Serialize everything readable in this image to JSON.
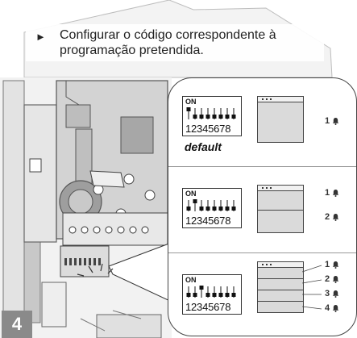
{
  "instruction": {
    "bullet": "►",
    "text": "Configurar o código correspondente à programação pretendida."
  },
  "step_number": "4",
  "dip_switch": {
    "on_label": "ON",
    "numbers": "12345678"
  },
  "configs": [
    {
      "label": "default",
      "switch_on": [
        1
      ],
      "buttons": [
        "1"
      ]
    },
    {
      "label": "",
      "switch_on": [
        2
      ],
      "buttons": [
        "1",
        "2"
      ]
    },
    {
      "label": "",
      "switch_on": [
        3
      ],
      "buttons": [
        "1",
        "2",
        "3",
        "4"
      ]
    }
  ],
  "icons": {
    "bullet": "triangle-right-icon",
    "bell": "bell-icon"
  },
  "colors": {
    "step_badge": "#8a8a8a",
    "device_fill": "#dadada"
  }
}
